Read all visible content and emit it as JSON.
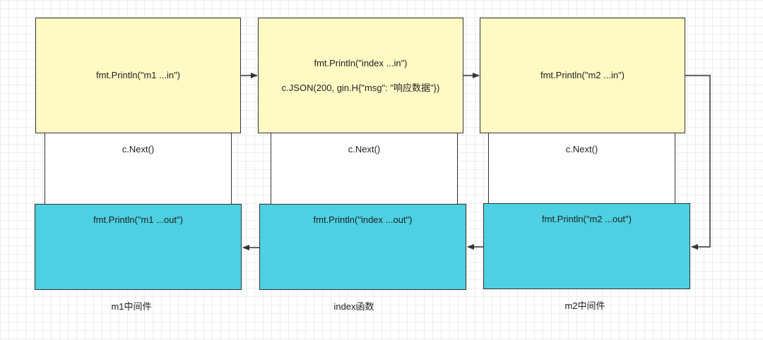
{
  "colors": {
    "in_fill": "#fff9c4",
    "next_fill": "#ffffff",
    "out_fill": "#4dd0e1",
    "border": "#333333",
    "arrow": "#333333"
  },
  "columns": [
    {
      "in_lines": [
        "fmt.Println(\"m1 ...in\")"
      ],
      "next": "c.Next()",
      "out": "fmt.Println(\"m1 ...out\")",
      "caption": "m1中间件"
    },
    {
      "in_lines": [
        "fmt.Println(\"index ...in\")",
        "c.JSON(200, gin.H{\"msg\": \"响应数据\"})"
      ],
      "next": "c.Next()",
      "out": "fmt.Println(\"index ...out\")",
      "caption": "index函数"
    },
    {
      "in_lines": [
        "fmt.Println(\"m2 ...in\")"
      ],
      "next": "c.Next()",
      "out": "fmt.Println(\"m2 ...out\")",
      "caption": "m2中间件"
    }
  ]
}
